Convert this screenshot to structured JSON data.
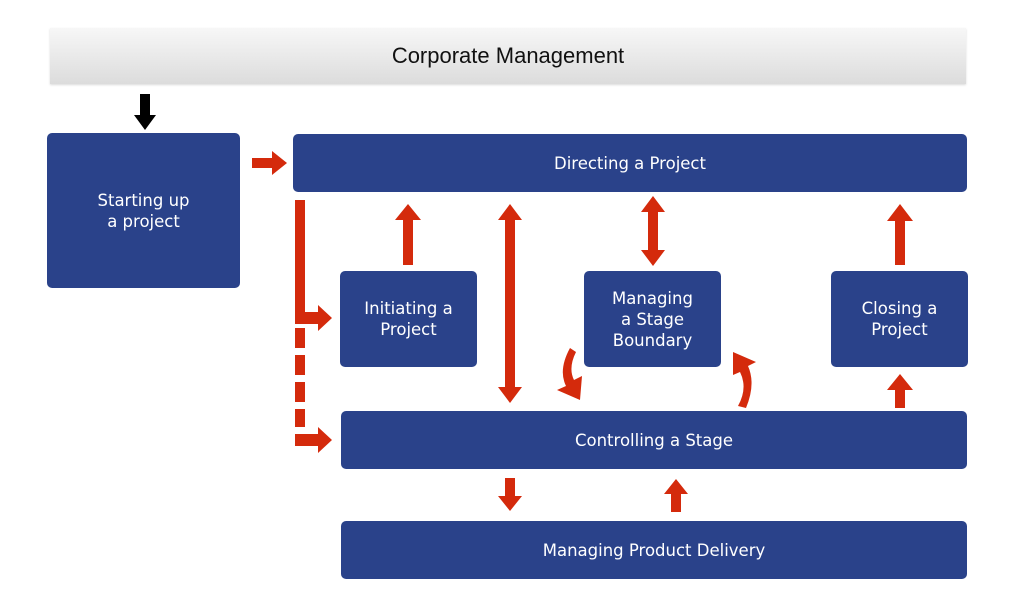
{
  "diagram": {
    "title": "Corporate Management",
    "colors": {
      "box": "#2a428a",
      "arrow": "#d42a0c",
      "entry_arrow": "#000000",
      "banner_text": "#111111"
    },
    "boxes": {
      "starting_up": "Starting up\na project",
      "directing": "Directing a Project",
      "initiating": "Initiating a\nProject",
      "stage_boundary": "Managing\na Stage\nBoundary",
      "closing": "Closing a\nProject",
      "controlling": "Controlling a Stage",
      "product_delivery": "Managing Product Delivery"
    },
    "connections": [
      {
        "from": "Corporate Management",
        "to": "Starting up a project",
        "type": "down"
      },
      {
        "from": "Starting up a project",
        "to": "Directing a Project",
        "type": "right"
      },
      {
        "from": "Starting up a project",
        "to": "Initiating a Project",
        "type": "elbow"
      },
      {
        "from": "Starting up a project",
        "to": "Controlling a Stage",
        "type": "dashed-elbow"
      },
      {
        "from": "Initiating a Project",
        "to": "Directing a Project",
        "type": "up"
      },
      {
        "from": "Directing a Project",
        "to": "Controlling a Stage",
        "type": "bidirectional"
      },
      {
        "from": "Directing a Project",
        "to": "Managing a Stage Boundary",
        "type": "bidirectional"
      },
      {
        "from": "Managing a Stage Boundary",
        "to": "Controlling a Stage",
        "type": "curved"
      },
      {
        "from": "Controlling a Stage",
        "to": "Managing a Stage Boundary",
        "type": "curved"
      },
      {
        "from": "Closing a Project",
        "to": "Directing a Project",
        "type": "up"
      },
      {
        "from": "Controlling a Stage",
        "to": "Closing a Project",
        "type": "up"
      },
      {
        "from": "Controlling a Stage",
        "to": "Managing Product Delivery",
        "type": "down"
      },
      {
        "from": "Managing Product Delivery",
        "to": "Controlling a Stage",
        "type": "up"
      }
    ]
  }
}
